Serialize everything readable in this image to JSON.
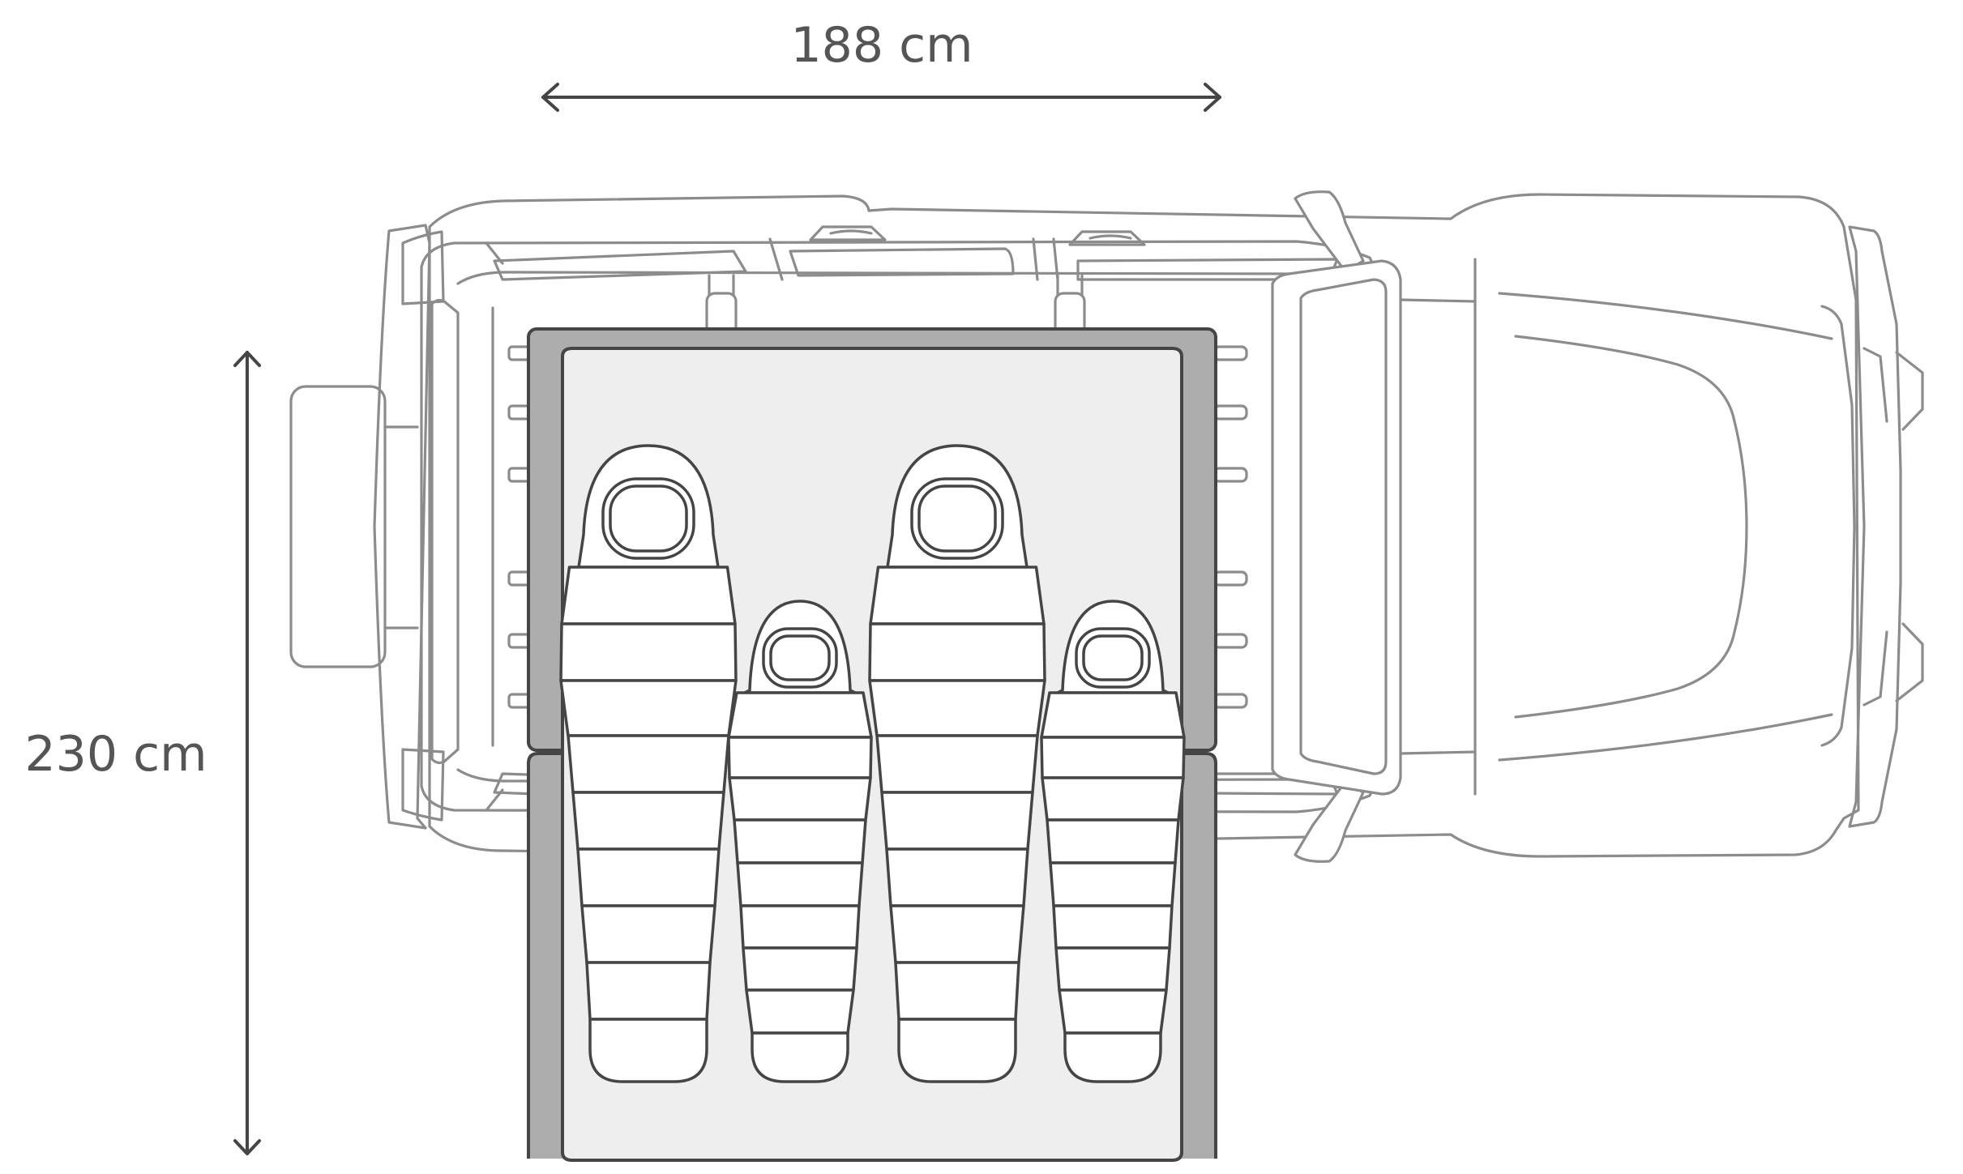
{
  "dimensions": {
    "width_label": "188 cm",
    "length_label": "230 cm"
  },
  "illustration": {
    "vehicle": "vehicle-top-view",
    "tent": "rooftop-tent-open",
    "sleeping_bags": [
      {
        "size": "adult"
      },
      {
        "size": "child"
      },
      {
        "size": "adult"
      },
      {
        "size": "child"
      }
    ]
  },
  "colors": {
    "vehicle_outline": "#8c8c8c",
    "tent_frame": "#adadad",
    "tent_mattress": "#eeeeee",
    "outline_dark": "#454545",
    "dimension_text": "#555555"
  }
}
